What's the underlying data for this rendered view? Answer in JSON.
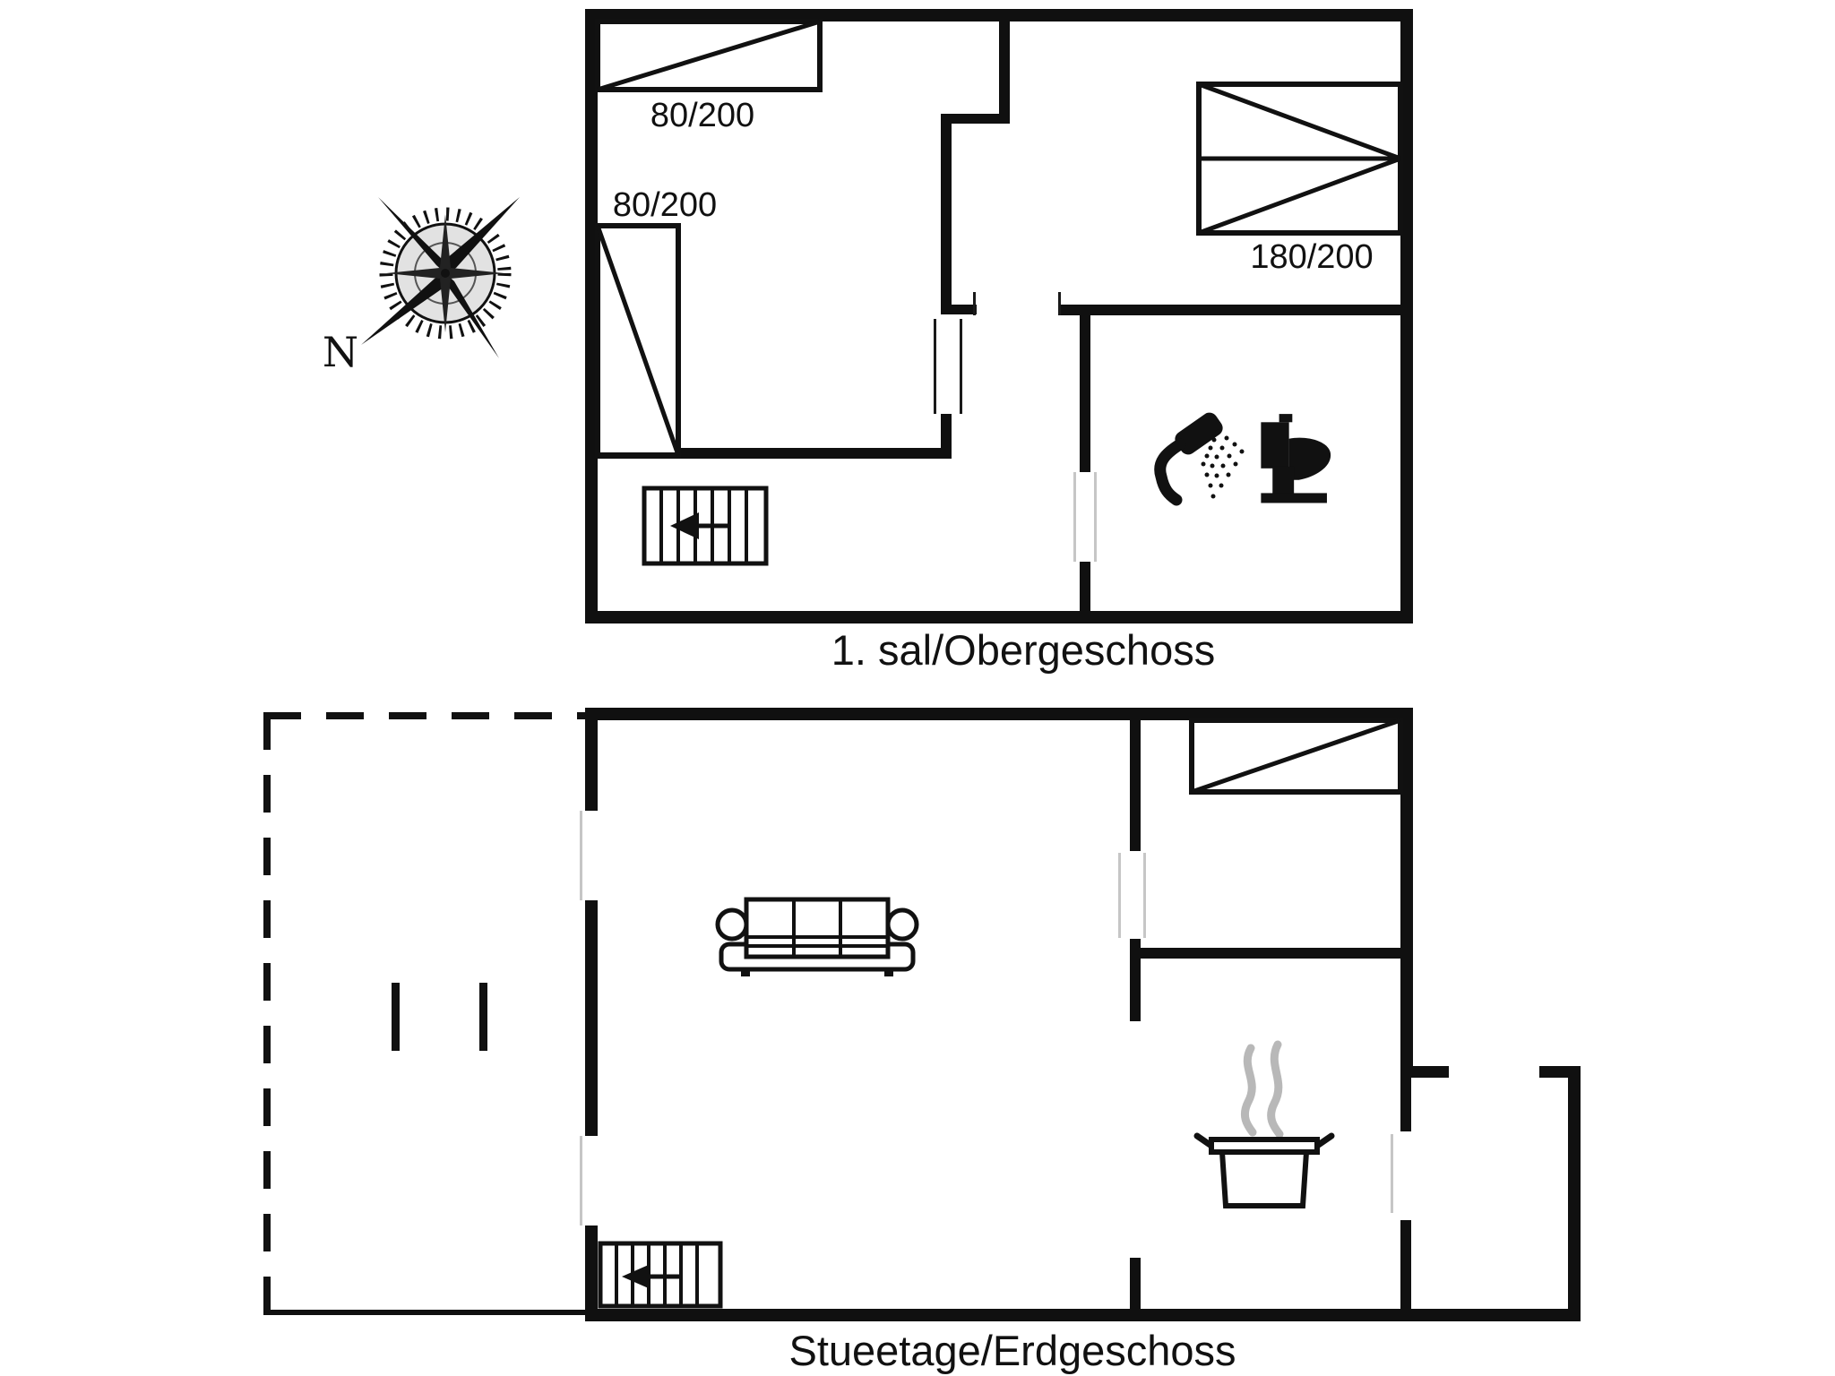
{
  "compass": {
    "label": "N",
    "icon": "compass-rose-icon"
  },
  "upper_floor": {
    "caption": "1. sal/Obergeschoss",
    "beds": [
      {
        "id": "single-bed-top",
        "label": "80/200"
      },
      {
        "id": "single-bed-left",
        "label": "80/200"
      },
      {
        "id": "double-bed",
        "label": "180/200"
      }
    ],
    "icons": [
      "stairs-icon",
      "shower-icon",
      "toilet-icon",
      "single-bed-icon",
      "double-bed-icon"
    ]
  },
  "lower_floor": {
    "caption": "Stueetage/Erdgeschoss",
    "icons": [
      "stairs-icon",
      "sofa-icon",
      "cooking-pot-icon",
      "steam-icon",
      "bed-icon",
      "terrace-dashed-outline"
    ]
  },
  "colors": {
    "wall": "#101010",
    "text": "#111111",
    "steam": "#b8b8b8",
    "opening": "#c6c6c6"
  }
}
